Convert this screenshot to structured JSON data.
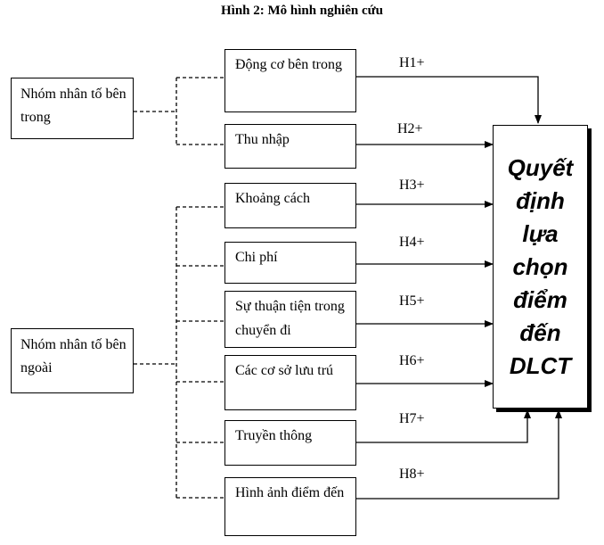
{
  "title": "Hình 2: Mô hình nghiên cứu",
  "groups": {
    "internal": "Nhóm nhân tố bên trong",
    "external": "Nhóm nhân tố bên ngoài"
  },
  "factors": [
    {
      "label": "Động cơ bên trong",
      "hypothesis": "H1+"
    },
    {
      "label": "Thu nhập",
      "hypothesis": "H2+"
    },
    {
      "label": "Khoảng  cách",
      "hypothesis": "H3+"
    },
    {
      "label": "Chi phí",
      "hypothesis": "H4+"
    },
    {
      "label": "Sự thuận tiện trong chuyển đi",
      "hypothesis": "H5+"
    },
    {
      "label": "Các cơ sở lưu trú",
      "hypothesis": "H6+"
    },
    {
      "label": "Truyền thông",
      "hypothesis": "H7+"
    },
    {
      "label": "Hình ảnh điểm đến",
      "hypothesis": "H8+"
    }
  ],
  "outcome": "Quyết định lựa chọn điểm đến DLCT"
}
